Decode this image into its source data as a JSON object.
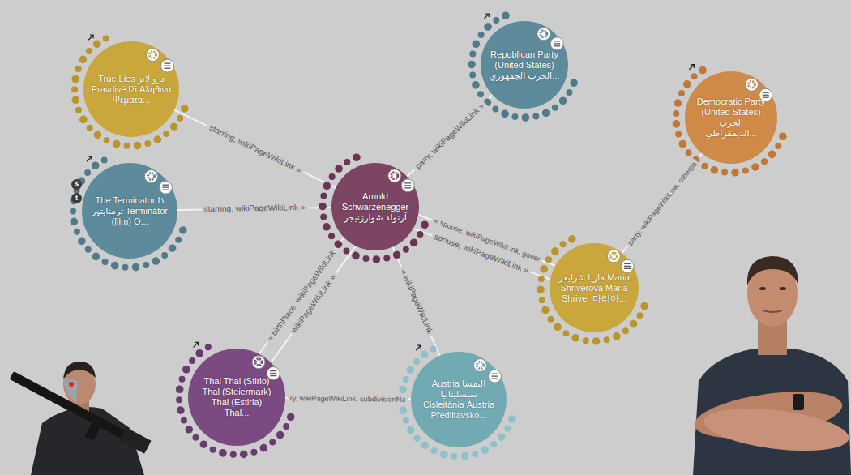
{
  "diagram": {
    "nodes": [
      {
        "text": [
          "True Lies ترو لايز Pravdivé lži Αληθινά Ψέματα..."
        ]
      },
      {
        "text": [
          "Republican Party (United States) الحزب الجمهوري..."
        ]
      },
      {
        "text": [
          "Democratic Party (United States) الحزب الديمقراطي..."
        ]
      },
      {
        "text": [
          "The Terminator ذا ترمنايتور Terminátor (film) O..."
        ]
      },
      {
        "text": [
          "Arnold Schwarzenegger آرنولد شوارزنيجر"
        ]
      },
      {
        "text": [
          "ماريا شرايفر Maria Shriverová Maria Shriver 마리아..."
        ]
      },
      {
        "text": [
          "Thal Thal (Stirio) Thal (Steiermark) Thal (Estiria) Thal..."
        ]
      },
      {
        "text": [
          "Austria النمسا سيسليثانيا Cisleitània Àustria Předlitavsko..."
        ]
      }
    ],
    "edges": [
      {
        "from": 0,
        "to": 4,
        "arrow": "none",
        "label": "starring, wikiPageWikiLink »"
      },
      {
        "from": 3,
        "to": 4,
        "arrow": "none",
        "label": "starring, wikiPageWikiLink »"
      },
      {
        "from": 4,
        "to": 1,
        "arrow": "none",
        "label": "party, wikiPageWikiLink »"
      },
      {
        "from": 5,
        "to": 4,
        "arrow": "none",
        "label": "« spouse, wikiPageWikiLink, gover"
      },
      {
        "from": 4,
        "to": 5,
        "arrow": "none",
        "label": "spouse, wikiPageWikiLink »"
      },
      {
        "from": 5,
        "to": 2,
        "arrow": "none",
        "label": "party, wikiPageWikiLink, otherpa"
      },
      {
        "from": 4,
        "to": 6,
        "arrow": "none",
        "label": "« birthPlace, wikiPageWikiLink"
      },
      {
        "from": 6,
        "to": 4,
        "arrow": "none",
        "label": "wikiPageWikiLink »"
      },
      {
        "from": 7,
        "to": 4,
        "arrow": "none",
        "label": "« wikiPageWikiLink"
      },
      {
        "from": 6,
        "to": 7,
        "arrow": "none",
        "label": "ry, wikiPageWikiLink, subdivisionNa"
      }
    ],
    "labels": [
      "$",
      "t"
    ]
  }
}
